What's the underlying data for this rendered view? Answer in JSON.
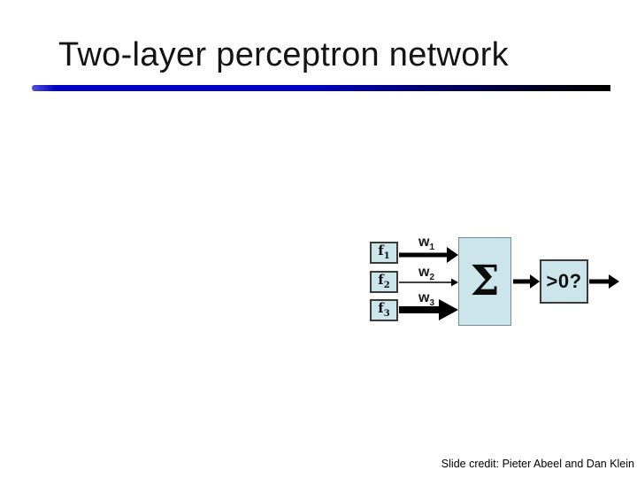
{
  "slide": {
    "title": "Two-layer perceptron network",
    "credit": "Slide credit: Pieter Abeel and Dan Klein"
  },
  "diagram": {
    "inputs": [
      {
        "base": "f",
        "sub": "1"
      },
      {
        "base": "f",
        "sub": "2"
      },
      {
        "base": "f",
        "sub": "3"
      }
    ],
    "weights": [
      {
        "base": "w",
        "sub": "1"
      },
      {
        "base": "w",
        "sub": "2"
      },
      {
        "base": "w",
        "sub": "3"
      }
    ],
    "sum_label": "Σ",
    "threshold_label": ">0?"
  },
  "colors": {
    "title_text": "#141414",
    "rule_blue": "#0101c3",
    "rule_dark": "#000000",
    "node_fill": "#cbe5ea",
    "node_border_dark": "#3a3a3a",
    "sum_border": "#6d8d97",
    "arrow": "#000000"
  }
}
